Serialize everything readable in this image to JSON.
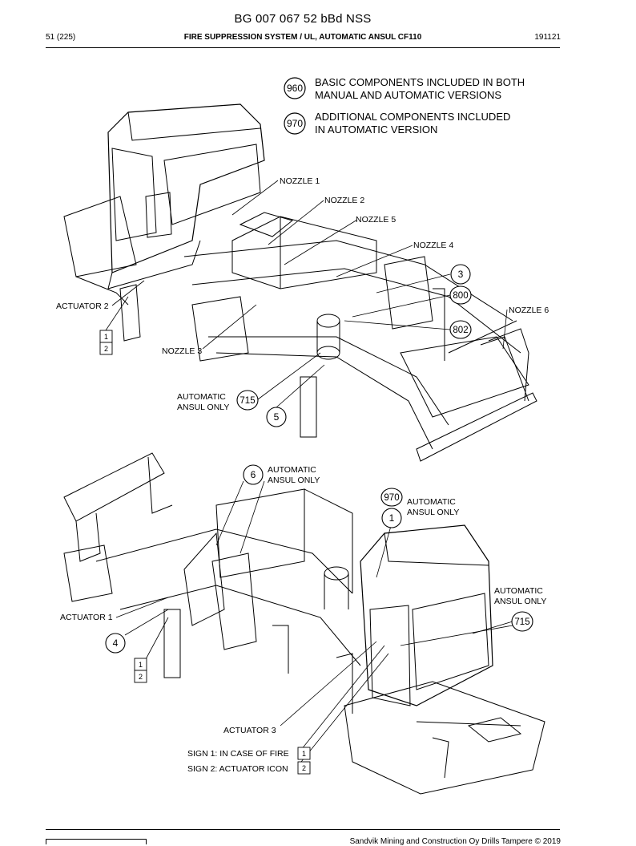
{
  "header": {
    "doc_number": "BG 007 067 52 bBd NSS",
    "page": "51 (225)",
    "section_title": "FIRE SUPPRESSION SYSTEM / UL, AUTOMATIC ANSUL CF110",
    "date": "191121"
  },
  "legend": [
    {
      "badge": "960",
      "line1": "BASIC COMPONENTS INCLUDED IN BOTH",
      "line2": "MANUAL AND AUTOMATIC VERSIONS"
    },
    {
      "badge": "970",
      "line1": "ADDITIONAL COMPONENTS INCLUDED",
      "line2": "IN AUTOMATIC VERSION"
    }
  ],
  "top_view": {
    "nozzles": [
      "NOZZLE 1",
      "NOZZLE 2",
      "NOZZLE 5",
      "NOZZLE 4",
      "NOZZLE 6",
      "NOZZLE 3"
    ],
    "actuator": "ACTUATOR 2",
    "sign_boxes": [
      "1",
      "2"
    ],
    "callouts": [
      "3",
      "800",
      "802",
      "715",
      "5"
    ],
    "note_line1": "AUTOMATIC",
    "note_line2": "ANSUL ONLY"
  },
  "bottom_view": {
    "note_line1": "AUTOMATIC",
    "note_line2": "ANSUL ONLY",
    "callouts": [
      "6",
      "970",
      "1",
      "715",
      "4"
    ],
    "actuators": [
      "ACTUATOR 1",
      "ACTUATOR 3"
    ],
    "sign_boxes": [
      "1",
      "2"
    ]
  },
  "signs": [
    {
      "label": "SIGN 1: IN CASE OF FIRE",
      "box": "1"
    },
    {
      "label": "SIGN 2: ACTUATOR ICON",
      "box": "2"
    }
  ],
  "footer": {
    "copyright": "Sandvik Mining and Construction Oy Drills Tampere © 2019"
  }
}
